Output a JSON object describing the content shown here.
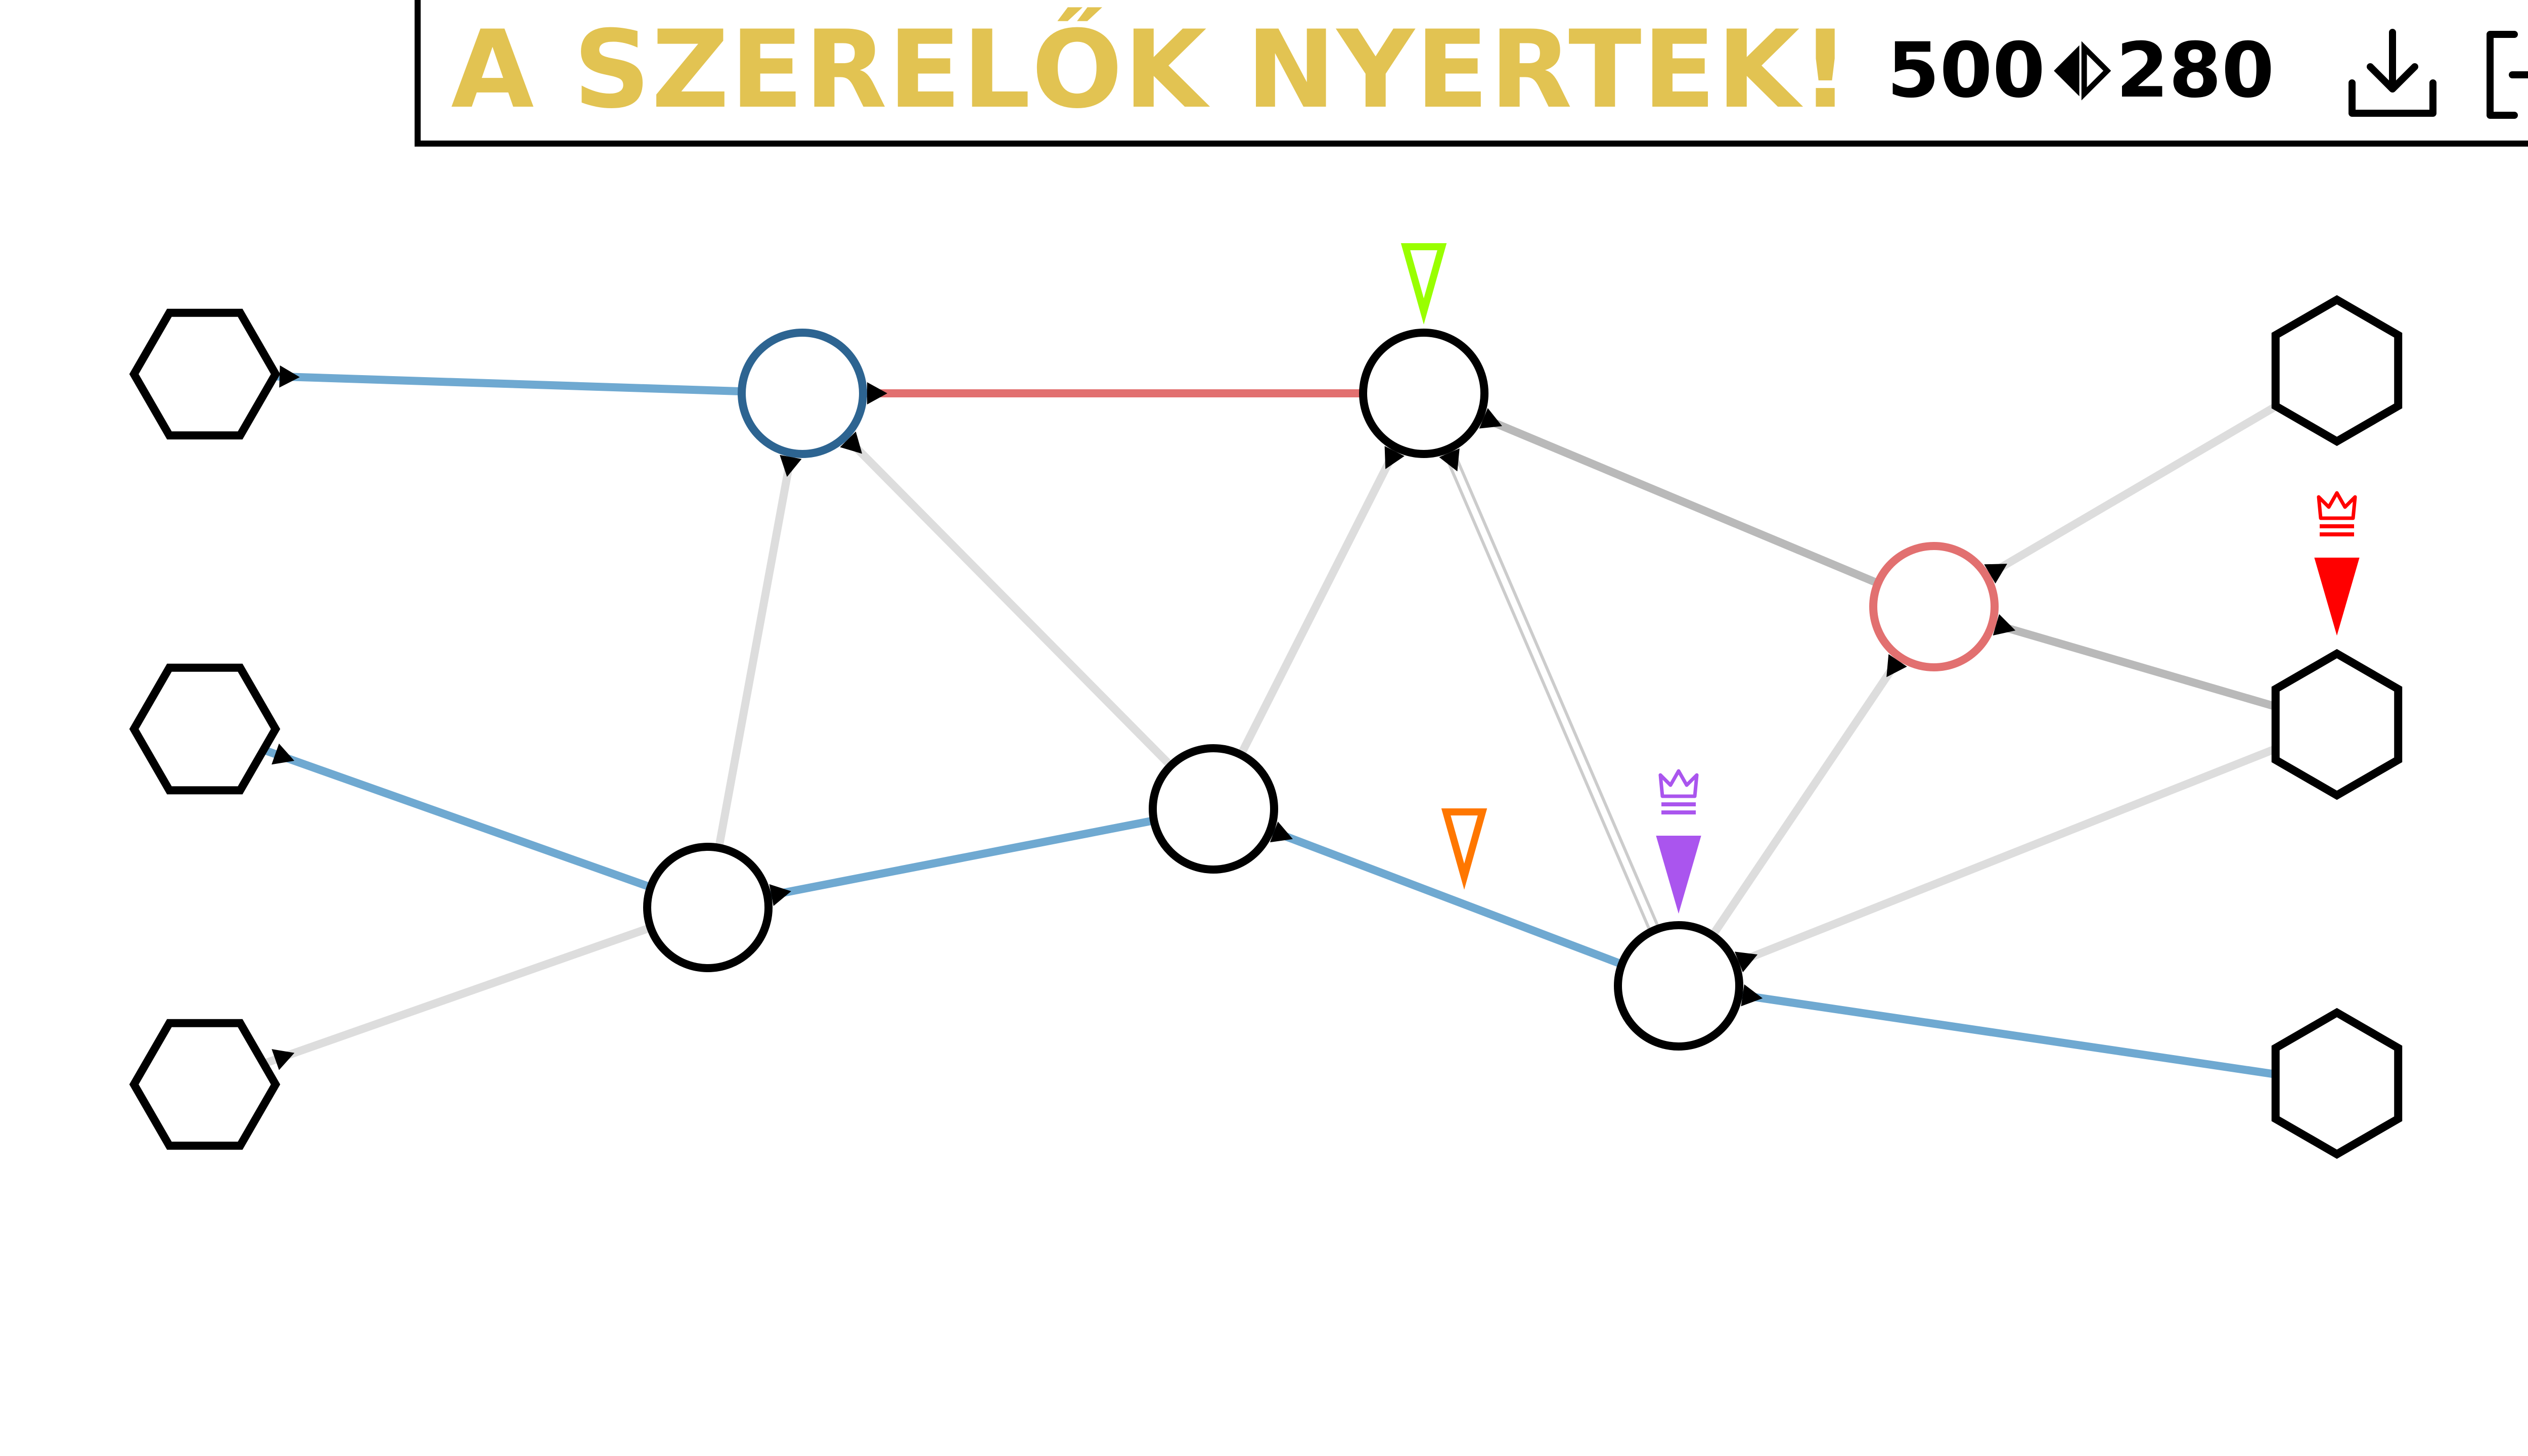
{
  "header": {
    "banner_text": "A SZERELŐK NYERTEK!",
    "banner_color": "#e2c352",
    "score_left": "500",
    "score_right": "280",
    "download_icon": "download-icon",
    "exit_icon": "exit-icon"
  },
  "colors": {
    "edge_neutral": "#dddddd",
    "edge_dark": "#b9b9b9",
    "edge_blue": "#6fa9d1",
    "edge_red": "#e27070",
    "node_outline": "#000000",
    "node_blue": "#2d6491",
    "node_red": "#e27070"
  },
  "nodes": [
    {
      "id": "a",
      "kind": "circle",
      "color": "#2d6491"
    },
    {
      "id": "b",
      "kind": "circle",
      "color": "#000000"
    },
    {
      "id": "c",
      "kind": "circle",
      "color": "#e27070"
    },
    {
      "id": "d",
      "kind": "circle",
      "color": "#000000"
    },
    {
      "id": "e",
      "kind": "circle",
      "color": "#000000"
    },
    {
      "id": "f",
      "kind": "circle",
      "color": "#000000"
    },
    {
      "id": "l1",
      "kind": "hex"
    },
    {
      "id": "l2",
      "kind": "hex"
    },
    {
      "id": "l3",
      "kind": "hex"
    },
    {
      "id": "r1",
      "kind": "hex"
    },
    {
      "id": "r2",
      "kind": "hex"
    },
    {
      "id": "r3",
      "kind": "hex"
    }
  ],
  "edges": [
    {
      "from": "l1",
      "to": "a",
      "color": "#6fa9d1",
      "style": "solid"
    },
    {
      "from": "a",
      "to": "b",
      "color": "#e27070",
      "style": "solid"
    },
    {
      "from": "a",
      "to": "d",
      "color": "#dddddd",
      "style": "solid"
    },
    {
      "from": "a",
      "to": "e",
      "color": "#dddddd",
      "style": "solid"
    },
    {
      "from": "b",
      "to": "c",
      "color": "#b9b9b9",
      "style": "solid"
    },
    {
      "from": "b",
      "to": "e",
      "color": "#dddddd",
      "style": "solid"
    },
    {
      "from": "b",
      "to": "f",
      "color": "#cccccc",
      "style": "double"
    },
    {
      "from": "c",
      "to": "r1",
      "color": "#dddddd",
      "style": "solid"
    },
    {
      "from": "c",
      "to": "r2",
      "color": "#b9b9b9",
      "style": "solid"
    },
    {
      "from": "c",
      "to": "f",
      "color": "#dddddd",
      "style": "solid"
    },
    {
      "from": "l2",
      "to": "d",
      "color": "#6fa9d1",
      "style": "solid"
    },
    {
      "from": "l3",
      "to": "d",
      "color": "#dddddd",
      "style": "solid"
    },
    {
      "from": "d",
      "to": "e",
      "color": "#6fa9d1",
      "style": "solid"
    },
    {
      "from": "e",
      "to": "f",
      "color": "#6fa9d1",
      "style": "solid"
    },
    {
      "from": "f",
      "to": "r2",
      "color": "#dddddd",
      "style": "solid"
    },
    {
      "from": "f",
      "to": "r3",
      "color": "#6fa9d1",
      "style": "solid"
    }
  ],
  "markers": [
    {
      "name": "green-marker",
      "node": "b",
      "color": "#99ff00",
      "filled": false,
      "crown": false
    },
    {
      "name": "orange-marker",
      "edge": "e-f",
      "color": "#ff7700",
      "filled": false,
      "crown": false
    },
    {
      "name": "purple-marker",
      "node": "f",
      "color": "#aa55ee",
      "filled": true,
      "crown": true
    },
    {
      "name": "red-marker",
      "node": "r2",
      "color": "#ff0000",
      "filled": true,
      "crown": true
    }
  ]
}
